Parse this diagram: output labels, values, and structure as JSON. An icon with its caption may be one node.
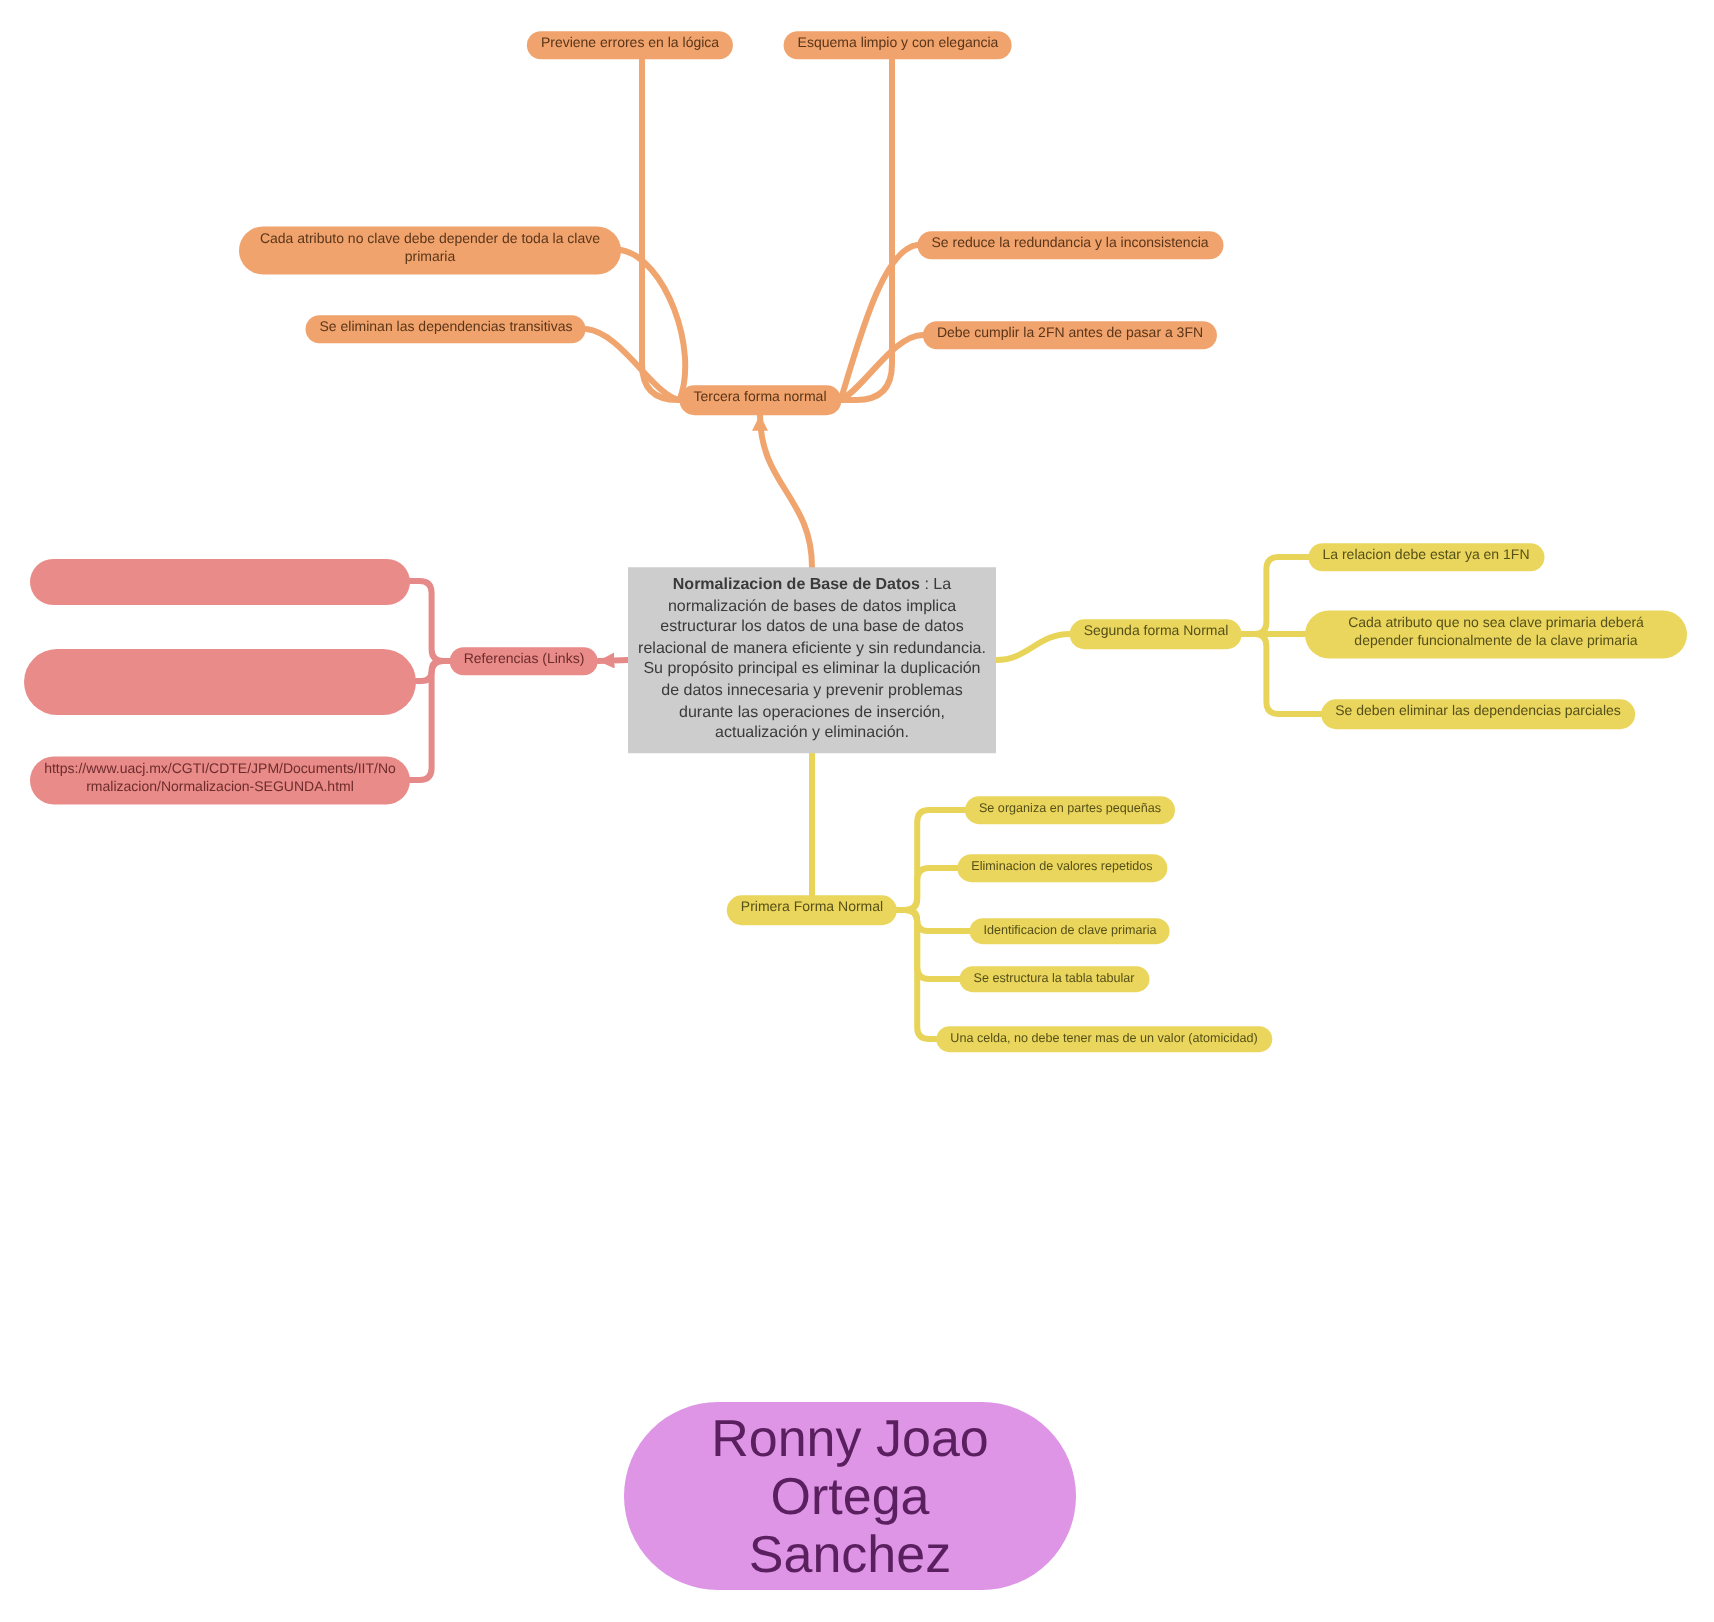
{
  "diagram": {
    "nodes": [
      {
        "text": [
          "**Normalizacion de Base de Datos** : La normalización de bases de datos implica estructurar los datos de una base de datos relacional de manera eficiente y sin redundancia. Su propósito principal es eliminar la duplicación de datos innecesaria y prevenir problemas durante las operaciones de inserción, actualización y eliminación."
        ]
      },
      {
        "text": [
          "Tercera forma normal"
        ]
      },
      {
        "text": [
          "Previene errores en la lógica"
        ]
      },
      {
        "text": [
          "Esquema limpio y con elegancia"
        ]
      },
      {
        "text": [
          "Cada atributo no clave debe depender de toda la clave primaria"
        ]
      },
      {
        "text": [
          "Se reduce la redundancia y la inconsistencia"
        ]
      },
      {
        "text": [
          "Se eliminan las dependencias transitivas"
        ]
      },
      {
        "text": [
          "Debe cumplir la 2FN antes de pasar a 3FN"
        ]
      },
      {
        "text": [
          "Referencias (Links)"
        ]
      },
      {
        "text": [],
        "shape": "box"
      },
      {
        "text": [],
        "shape": "box"
      },
      {
        "text": [
          "https://www.uacj.mx/CGTI/CDTE/JPM/Documents/IIT/Normalizacion/Normalizacion-SEGUNDA.html"
        ]
      },
      {
        "text": [
          "Segunda forma Normal"
        ]
      },
      {
        "text": [
          "La relacion debe estar ya en 1FN"
        ]
      },
      {
        "text": [
          "Cada atributo que no sea clave primaria deberá depender funcionalmente de la clave primaria"
        ]
      },
      {
        "text": [
          "Se deben eliminar las dependencias parciales"
        ]
      },
      {
        "text": [
          "Primera Forma Normal"
        ]
      },
      {
        "text": [
          "Se organiza en partes pequeñas"
        ]
      },
      {
        "text": [
          "Eliminacion de valores repetidos"
        ]
      },
      {
        "text": [
          "Identificacion de clave primaria"
        ]
      },
      {
        "text": [
          "Se estructura la tabla tabular"
        ]
      },
      {
        "text": [
          "Una celda, no debe tener mas de un valor (atomicidad)"
        ]
      },
      {
        "text": [
          "Ronny Joao Ortega Sanchez"
        ]
      }
    ],
    "edges": [
      {
        "from": 0,
        "to": 1,
        "arrow": "to",
        "color": "#f0a56e"
      },
      {
        "from": 1,
        "to": 2,
        "arrow": "none",
        "color": "#f0a56e"
      },
      {
        "from": 1,
        "to": 4,
        "arrow": "none",
        "color": "#f0a56e"
      },
      {
        "from": 1,
        "to": 6,
        "arrow": "none",
        "color": "#f0a56e"
      },
      {
        "from": 1,
        "to": 3,
        "arrow": "none",
        "color": "#f0a56e"
      },
      {
        "from": 1,
        "to": 5,
        "arrow": "none",
        "color": "#f0a56e"
      },
      {
        "from": 1,
        "to": 7,
        "arrow": "none",
        "color": "#f0a56e"
      },
      {
        "from": 0,
        "to": 8,
        "arrow": "to",
        "color": "#e58a89"
      },
      {
        "from": 8,
        "to": 9,
        "arrow": "none",
        "color": "#e58a89"
      },
      {
        "from": 8,
        "to": 10,
        "arrow": "none",
        "color": "#e58a89"
      },
      {
        "from": 8,
        "to": 11,
        "arrow": "none",
        "color": "#e58a89"
      },
      {
        "from": 0,
        "to": 12,
        "arrow": "none"
      },
      {
        "from": 12,
        "to": 13,
        "arrow": "none"
      },
      {
        "from": 12,
        "to": 14,
        "arrow": "none"
      },
      {
        "from": 12,
        "to": 15,
        "arrow": "none"
      },
      {
        "from": 0,
        "to": 16,
        "arrow": "none"
      },
      {
        "from": 16,
        "to": 17,
        "arrow": "none"
      },
      {
        "from": 16,
        "to": 18,
        "arrow": "none"
      },
      {
        "from": 16,
        "to": 19,
        "arrow": "none"
      },
      {
        "from": 16,
        "to": 20,
        "arrow": "none"
      },
      {
        "from": 16,
        "to": 21,
        "arrow": "none"
      }
    ]
  }
}
